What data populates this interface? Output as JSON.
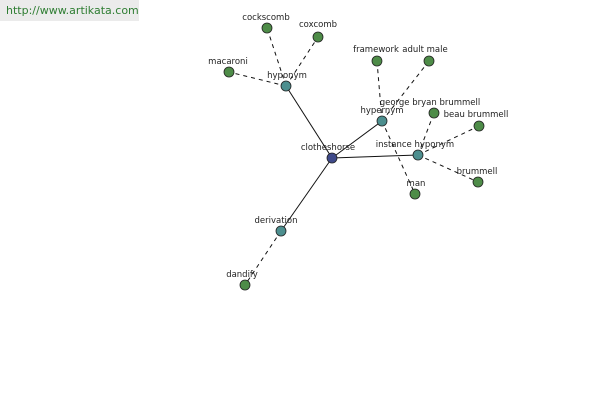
{
  "banner": {
    "url": "http://www.artikata.com"
  },
  "colors": {
    "center": "#3f4a8a",
    "relation": "#4d8f8f",
    "leaf": "#4e8c48",
    "edge": "#111111"
  },
  "graph": {
    "center": {
      "id": "clotheshorse",
      "label": "clotheshorse"
    },
    "relations": [
      {
        "id": "hyponym-1",
        "label": "hyponym"
      },
      {
        "id": "hypernym",
        "label": "hypernym"
      },
      {
        "id": "instance-hyponym",
        "label": "instance hyponym"
      },
      {
        "id": "derivation",
        "label": "derivation"
      }
    ],
    "leaves": [
      {
        "id": "cockscomb",
        "label": "cockscomb",
        "parent": "hyponym-1"
      },
      {
        "id": "coxcomb",
        "label": "coxcomb",
        "parent": "hyponym-1"
      },
      {
        "id": "macaroni",
        "label": "macaroni",
        "parent": "hyponym-1"
      },
      {
        "id": "framework",
        "label": "framework",
        "parent": "hypernym"
      },
      {
        "id": "adult-male",
        "label": "adult male",
        "parent": "hypernym"
      },
      {
        "id": "man",
        "label": "man",
        "parent": "hypernym"
      },
      {
        "id": "george-bryan-brummell",
        "label": "george bryan brummell",
        "parent": "instance-hyponym"
      },
      {
        "id": "beau-brummell",
        "label": "beau brummell",
        "parent": "instance-hyponym"
      },
      {
        "id": "brummell",
        "label": "brummell",
        "parent": "instance-hyponym"
      },
      {
        "id": "dandify",
        "label": "dandify",
        "parent": "derivation"
      }
    ]
  }
}
